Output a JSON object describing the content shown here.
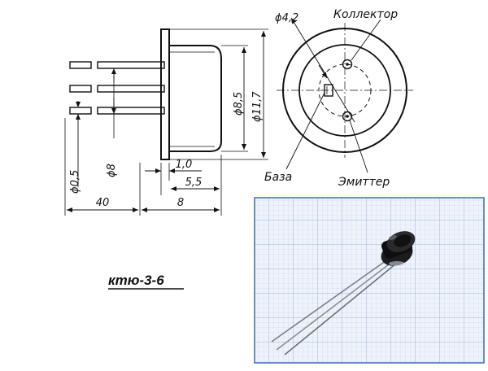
{
  "side_view": {
    "dim_lead_dia": "ϕ0,5",
    "dim_pin_circle": "ϕ8",
    "dim_lead_len": "40",
    "dim_body_len": "8",
    "dim_flange": "1,0",
    "dim_cap_len": "5,5",
    "dim_cap_dia": "ϕ8,5",
    "dim_flange_dia": "ϕ11,7"
  },
  "end_view": {
    "dim_center_dia": "ϕ4,2",
    "label_collector": "Коллектор",
    "label_base": "База",
    "label_emitter": "Эмиттер"
  },
  "package_name": "ктю-3-6",
  "photo": {
    "grid_color": "#9ab4d8",
    "paper_color": "#eef3fb",
    "frame_color": "#3a6fb8"
  }
}
